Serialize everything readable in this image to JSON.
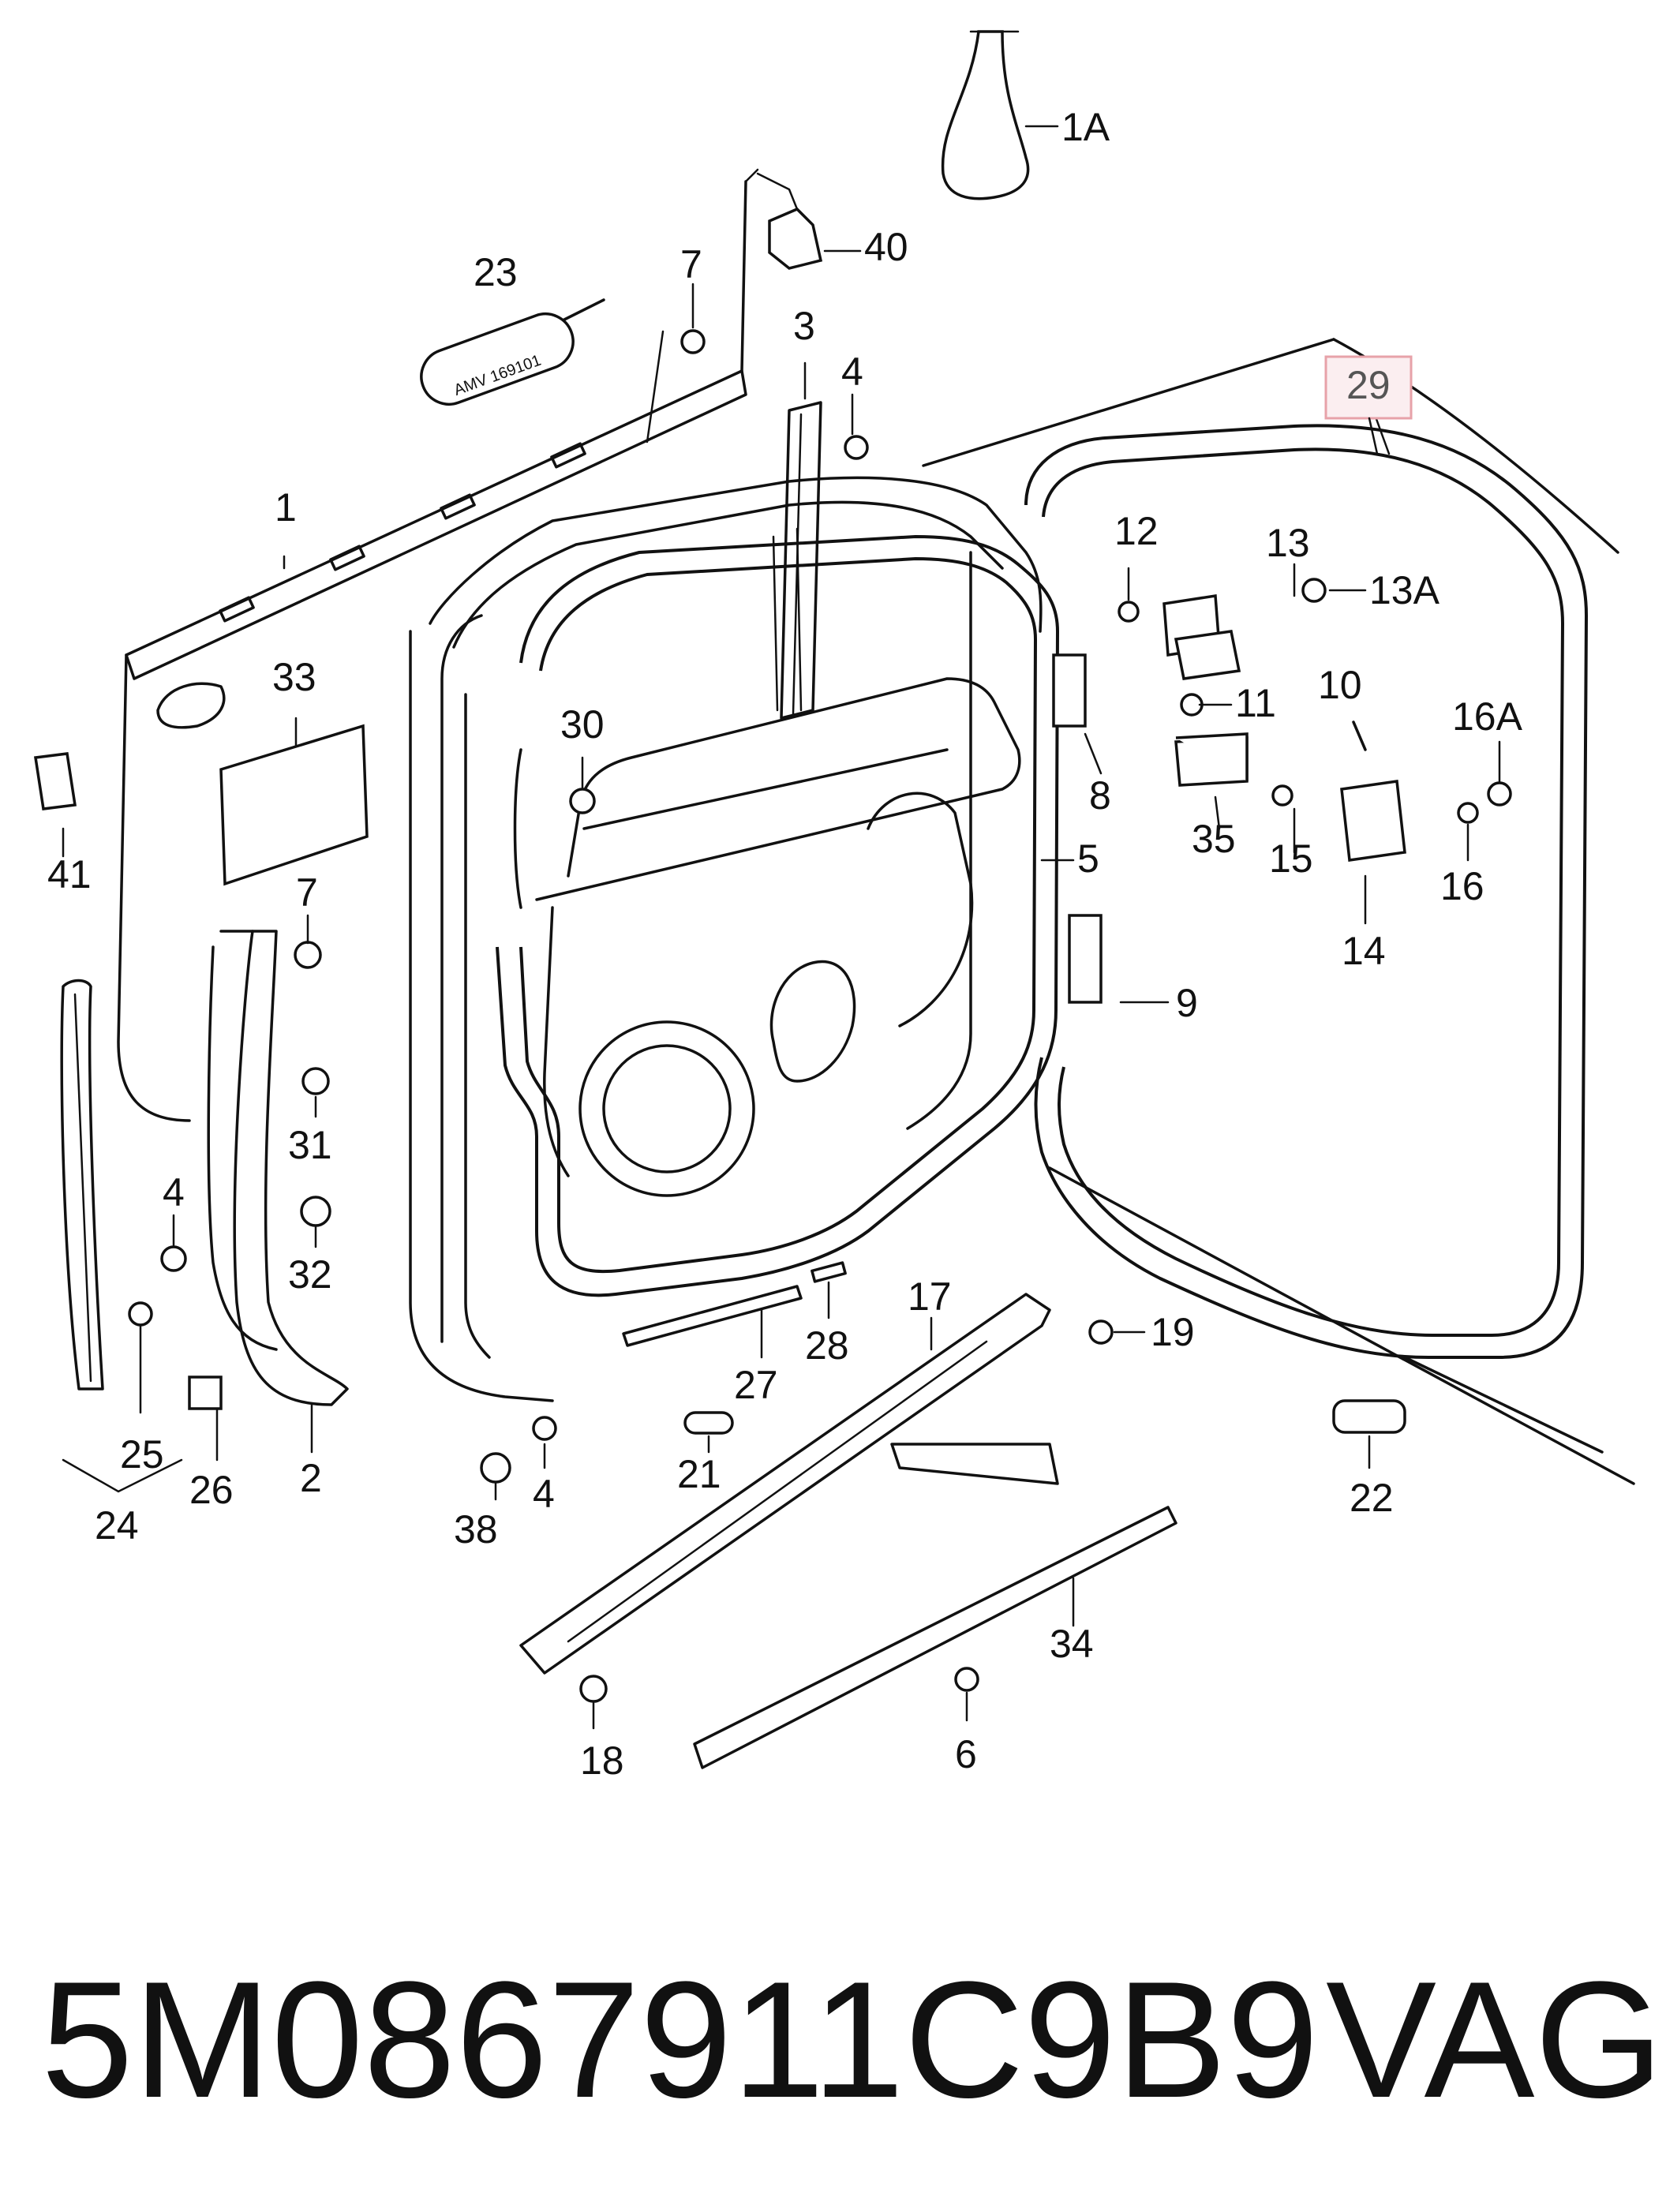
{
  "diagram": {
    "highlight_color": "#e7a2a9",
    "highlight_fill": "#fbeef0",
    "callouts": {
      "c1A": "1A",
      "c40": "40",
      "c23": "23",
      "c7a": "7",
      "c3": "3",
      "c4a": "4",
      "c29": "29",
      "c1": "1",
      "c12": "12",
      "c13": "13",
      "c13A": "13A",
      "c33": "33",
      "c30": "30",
      "c8": "8",
      "c11": "11",
      "c10": "10",
      "c16A": "16A",
      "c41": "41",
      "c5": "5",
      "c35": "35",
      "c15": "15",
      "c16": "16",
      "c7b": "7",
      "c14": "14",
      "c9": "9",
      "c31": "31",
      "c4b": "4",
      "c32": "32",
      "c17": "17",
      "c19": "19",
      "c28": "28",
      "c27": "27",
      "c25": "25",
      "c21": "21",
      "c22": "22",
      "c26": "26",
      "c2": "2",
      "c4c": "4",
      "c24": "24",
      "c38": "38",
      "c34": "34",
      "c18": "18",
      "c6": "6"
    },
    "tube_text": "AMV 169101"
  },
  "footer": {
    "part_number": "5M0867911C9B9",
    "brand": "VAG"
  }
}
